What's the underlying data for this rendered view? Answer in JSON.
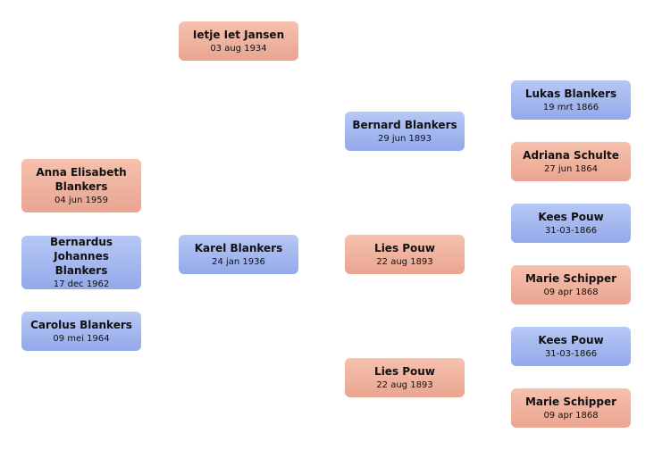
{
  "spouse": {
    "name": "Ietje Iet Jansen",
    "date": "03 aug 1934"
  },
  "focus": {
    "name": "Karel Blankers",
    "date": "24 jan 1936"
  },
  "children": [
    {
      "name": "Anna Elisabeth Blankers",
      "date": "04 jun 1959"
    },
    {
      "name": "Bernardus Johannes Blankers",
      "date": "17 dec 1962"
    },
    {
      "name": "Carolus Blankers",
      "date": "09 mei 1964"
    }
  ],
  "parents": [
    {
      "name": "Bernard Blankers",
      "date": "29 jun 1893"
    },
    {
      "name": "Lies Pouw",
      "date": "22 aug 1893"
    },
    {
      "name": "Lies Pouw",
      "date": "22 aug 1893"
    }
  ],
  "grandparents": [
    {
      "name": "Lukas Blankers",
      "date": "19 mrt 1866"
    },
    {
      "name": "Adriana  Schulte",
      "date": "27 jun 1864"
    },
    {
      "name": "Kees Pouw",
      "date": "31-03-1866"
    },
    {
      "name": "Marie Schipper",
      "date": "09 apr 1868"
    },
    {
      "name": "Kees Pouw",
      "date": "31-03-1866"
    },
    {
      "name": "Marie Schipper",
      "date": "09 apr 1868"
    }
  ]
}
